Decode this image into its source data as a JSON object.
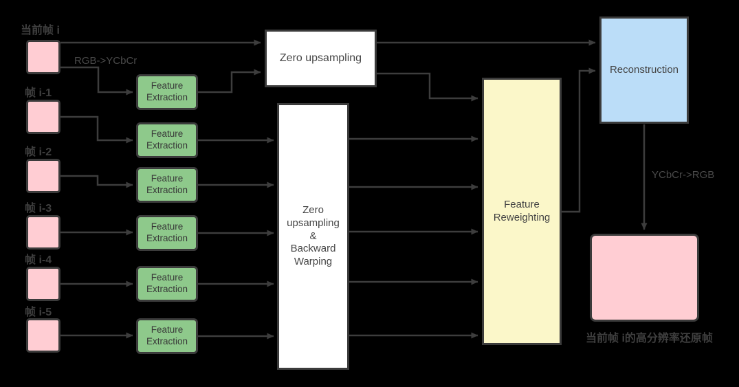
{
  "diagram": {
    "background": "#000000",
    "colors": {
      "frame_fill": "#ffcdd3",
      "feature_extraction_fill": "#8ec98b",
      "zero_upsampling_fill": "#ffffff",
      "feature_reweighting_fill": "#fbf7c9",
      "reconstruction_fill": "#bbddf8",
      "line": "#3d3d3d",
      "box_border": "#3b3b3b",
      "text": "#3f3f3f"
    },
    "input_frames": [
      {
        "label": "当前帧 i"
      },
      {
        "label": "帧 i-1"
      },
      {
        "label": "帧 i-2"
      },
      {
        "label": "帧 i-3"
      },
      {
        "label": "帧 i-4"
      },
      {
        "label": "帧 i-5"
      }
    ],
    "feature_extraction_label": "Feature\nExtraction",
    "nodes": {
      "zero_upsampling": "Zero upsampling",
      "zero_upsampling_backward_warping": "Zero\nupsampling\n&\nBackward\nWarping",
      "feature_reweighting": "Feature\nReweighting",
      "reconstruction": "Reconstruction"
    },
    "edge_labels": {
      "rgb_to_ycbcr": "RGB->YCbCr",
      "ycbcr_to_rgb": "YCbCr->RGB"
    },
    "output_frame": {
      "caption": "当前帧 i的高分辨率还原帧"
    }
  }
}
